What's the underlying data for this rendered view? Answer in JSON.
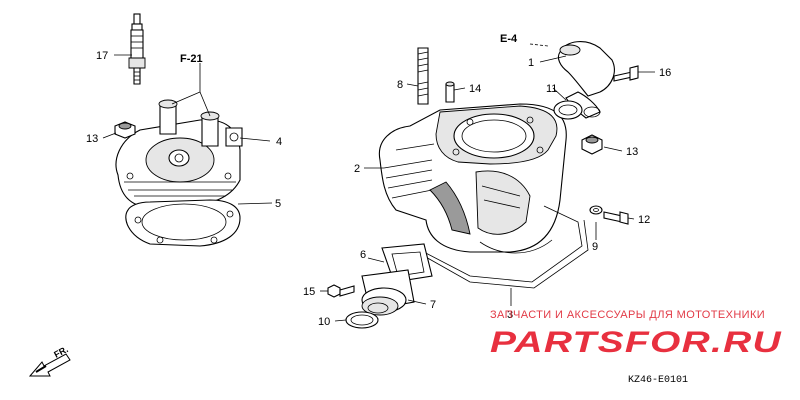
{
  "diagram": {
    "references": {
      "f21": "F-21",
      "e4": "E-4"
    },
    "callouts": {
      "c1": "1",
      "c2": "2",
      "c3": "3",
      "c4": "4",
      "c5": "5",
      "c6": "6",
      "c7": "7",
      "c8": "8",
      "c9": "9",
      "c10": "10",
      "c11": "11",
      "c12": "12",
      "c13a": "13",
      "c13b": "13",
      "c14": "14",
      "c15": "15",
      "c16": "16",
      "c17": "17"
    },
    "direction_marker": "FR.",
    "diagram_code": "KZ46-E0101"
  },
  "watermark": {
    "tagline": "ЗАПЧАСТИ И АКСЕССУАРЫ ДЛЯ МОТОТЕХНИКИ",
    "logo": "PARTSFOR.RU",
    "color": "#e8303f"
  }
}
